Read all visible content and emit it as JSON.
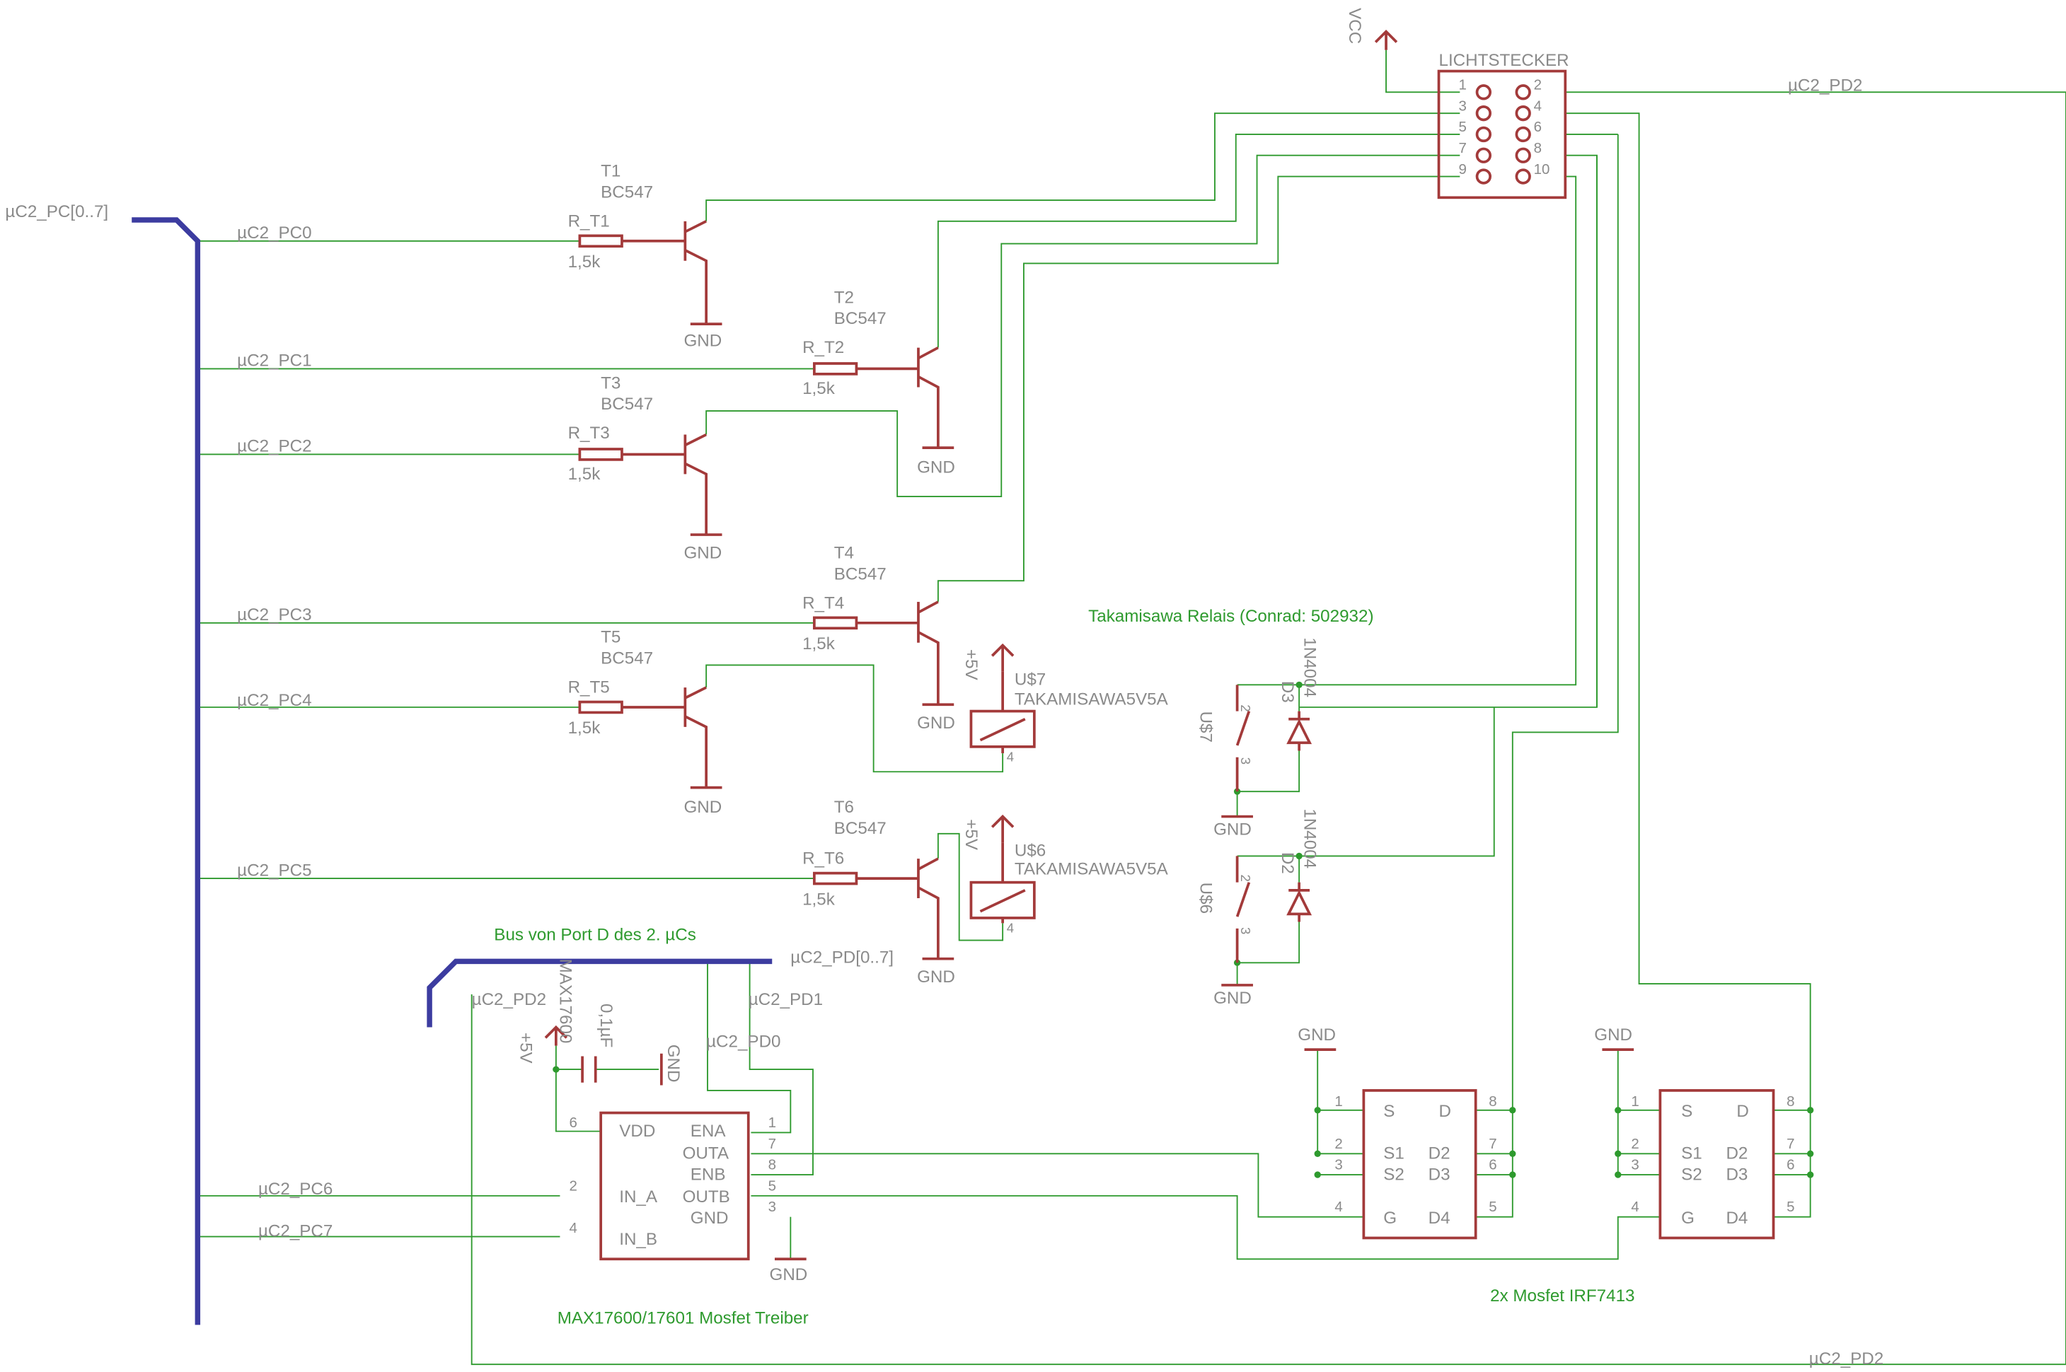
{
  "bus_labels": {
    "port_c_bus": "µC2_PC[0..7]",
    "port_d_bus": "µC2_PD[0..7]",
    "port_d_caption": "Bus von Port D des 2. µCs"
  },
  "net_labels": {
    "pc0": "µC2_PC0",
    "pc1": "µC2_PC1",
    "pc2": "µC2_PC2",
    "pc3": "µC2_PC3",
    "pc4": "µC2_PC4",
    "pc5": "µC2_PC5",
    "pc6": "µC2_PC6",
    "pc7": "µC2_PC7",
    "pd0": "µC2_PD0",
    "pd1": "µC2_PD1",
    "pd2": "µC2_PD2"
  },
  "power": {
    "vcc": "VCC",
    "gnd": "GND",
    "plus5v": "+5V"
  },
  "transistors": [
    {
      "name": "T1",
      "type": "BC547",
      "resistor": "R_T1",
      "rvalue": "1,5k"
    },
    {
      "name": "T2",
      "type": "BC547",
      "resistor": "R_T2",
      "rvalue": "1,5k"
    },
    {
      "name": "T3",
      "type": "BC547",
      "resistor": "R_T3",
      "rvalue": "1,5k"
    },
    {
      "name": "T4",
      "type": "BC547",
      "resistor": "R_T4",
      "rvalue": "1,5k"
    },
    {
      "name": "T5",
      "type": "BC547",
      "resistor": "R_T5",
      "rvalue": "1,5k"
    },
    {
      "name": "T6",
      "type": "BC547",
      "resistor": "R_T6",
      "rvalue": "1,5k"
    }
  ],
  "connector": {
    "name": "LICHTSTECKER",
    "pins_left": [
      "1",
      "3",
      "5",
      "7",
      "9"
    ],
    "pins_right": [
      "2",
      "4",
      "6",
      "8",
      "10"
    ]
  },
  "relays": [
    {
      "name": "U$7",
      "part": "TAKAMISAWA5V5A",
      "pin4": "4",
      "pin2": "2",
      "pin3": "3",
      "diode": "D3",
      "diode_type": "1N4004"
    },
    {
      "name": "U$6",
      "part": "TAKAMISAWA5V5A",
      "pin4": "4",
      "pin2": "2",
      "pin3": "3",
      "diode": "D2",
      "diode_type": "1N4004"
    }
  ],
  "relay_caption": "Takamisawa Relais (Conrad: 502932)",
  "driver": {
    "name": "MAX17600",
    "caption": "MAX17600/17601 Mosfet Treiber",
    "cap_value": "0,1µF",
    "left_pins": [
      {
        "num": "6",
        "name": "VDD"
      },
      {
        "num": "2",
        "name": "IN_A"
      },
      {
        "num": "4",
        "name": "IN_B"
      }
    ],
    "right_pins": [
      {
        "num": "1",
        "name": "ENA"
      },
      {
        "num": "7",
        "name": "OUTA"
      },
      {
        "num": "8",
        "name": "ENB"
      },
      {
        "num": "5",
        "name": "OUTB"
      },
      {
        "num": "3",
        "name": "GND"
      }
    ]
  },
  "mosfets": {
    "caption": "2x Mosfet IRF7413",
    "left_pins": [
      {
        "num": "1",
        "name": "S"
      },
      {
        "num": "2",
        "name": "S1"
      },
      {
        "num": "3",
        "name": "S2"
      },
      {
        "num": "4",
        "name": "G"
      }
    ],
    "right_pins": [
      {
        "num": "8",
        "name": "D"
      },
      {
        "num": "7",
        "name": "D2"
      },
      {
        "num": "6",
        "name": "D3"
      },
      {
        "num": "5",
        "name": "D4"
      }
    ]
  },
  "colors": {
    "wire": "#2e9a2e",
    "part": "#a33a3a",
    "label": "#8a8a8a",
    "bus": "#3c3ca0",
    "caption": "#2e9a2e"
  }
}
